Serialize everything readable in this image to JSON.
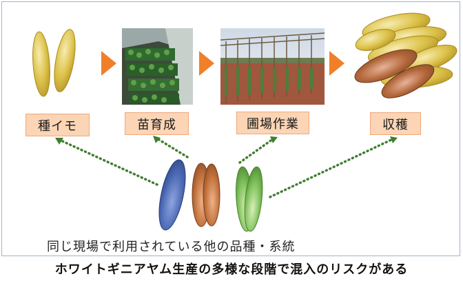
{
  "stages": [
    {
      "label": "種イモ"
    },
    {
      "label": "苗育成"
    },
    {
      "label": "圃場作業"
    },
    {
      "label": "収穫"
    }
  ],
  "caption": "同じ現場で利用されている他の品種・系統",
  "bottom_title": "ホワイトギニアヤム生産の多様な段階で混入のリスクがある",
  "colors": {
    "arrow": "#f07f2a",
    "label_fill": "#fbd5b5",
    "dotted_line": "#3f7f2f",
    "yam_yellow": "#dcc24a",
    "yam_brown": "#b3673a",
    "yam_blue": "#4a68b3",
    "yam_orange": "#c0703a",
    "yam_green": "#7cbf59"
  }
}
